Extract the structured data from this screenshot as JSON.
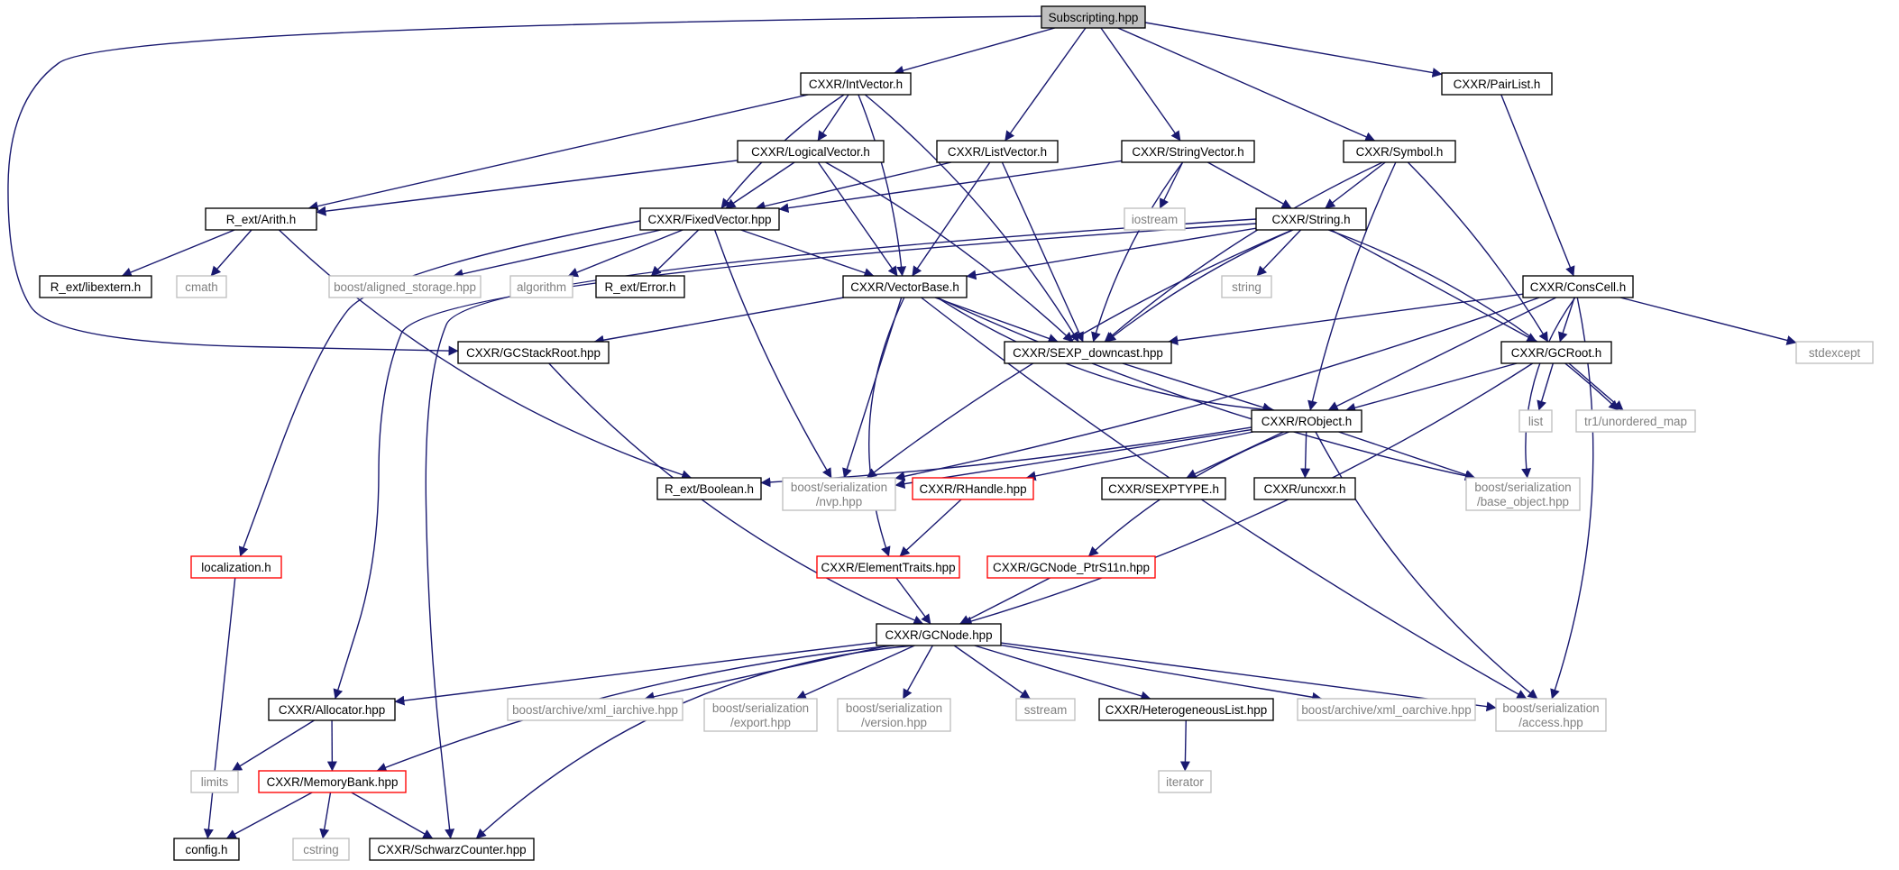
{
  "nodes": [
    {
      "id": "subscripting",
      "label": "Subscripting.hpp",
      "kind": "root"
    },
    {
      "id": "intvector",
      "label": "CXXR/IntVector.h",
      "kind": "documented"
    },
    {
      "id": "pairlist",
      "label": "CXXR/PairList.h",
      "kind": "documented"
    },
    {
      "id": "logicalvector",
      "label": "CXXR/LogicalVector.h",
      "kind": "documented"
    },
    {
      "id": "listvector",
      "label": "CXXR/ListVector.h",
      "kind": "documented"
    },
    {
      "id": "stringvector",
      "label": "CXXR/StringVector.h",
      "kind": "documented"
    },
    {
      "id": "symbol",
      "label": "CXXR/Symbol.h",
      "kind": "documented"
    },
    {
      "id": "arith",
      "label": "R_ext/Arith.h",
      "kind": "documented"
    },
    {
      "id": "fixedvector",
      "label": "CXXR/FixedVector.hpp",
      "kind": "documented"
    },
    {
      "id": "iostream",
      "label": "iostream",
      "kind": "external"
    },
    {
      "id": "string_h",
      "label": "CXXR/String.h",
      "kind": "documented"
    },
    {
      "id": "libextern",
      "label": "R_ext/libextern.h",
      "kind": "documented"
    },
    {
      "id": "cmath",
      "label": "cmath",
      "kind": "external"
    },
    {
      "id": "aligned_storage",
      "label": "boost/aligned_storage.hpp",
      "kind": "external"
    },
    {
      "id": "algorithm",
      "label": "algorithm",
      "kind": "external"
    },
    {
      "id": "error_h",
      "label": "R_ext/Error.h",
      "kind": "documented"
    },
    {
      "id": "vectorbase",
      "label": "CXXR/VectorBase.h",
      "kind": "documented"
    },
    {
      "id": "string_std",
      "label": "string",
      "kind": "external"
    },
    {
      "id": "conscell",
      "label": "CXXR/ConsCell.h",
      "kind": "documented"
    },
    {
      "id": "gcstackroot",
      "label": "CXXR/GCStackRoot.hpp",
      "kind": "documented"
    },
    {
      "id": "sexp_downcast",
      "label": "CXXR/SEXP_downcast.hpp",
      "kind": "documented"
    },
    {
      "id": "gcroot",
      "label": "CXXR/GCRoot.h",
      "kind": "documented"
    },
    {
      "id": "stdexcept",
      "label": "stdexcept",
      "kind": "external"
    },
    {
      "id": "list",
      "label": "list",
      "kind": "external"
    },
    {
      "id": "unordered_map",
      "label": "tr1/unordered_map",
      "kind": "external"
    },
    {
      "id": "robject",
      "label": "CXXR/RObject.h",
      "kind": "documented"
    },
    {
      "id": "boolean",
      "label": "R_ext/Boolean.h",
      "kind": "documented"
    },
    {
      "id": "nvp",
      "label": [
        "boost/serialization",
        "/nvp.hpp"
      ],
      "kind": "external"
    },
    {
      "id": "rhandle",
      "label": "CXXR/RHandle.hpp",
      "kind": "truncated"
    },
    {
      "id": "sexptype",
      "label": "CXXR/SEXPTYPE.h",
      "kind": "documented"
    },
    {
      "id": "uncxxr",
      "label": "CXXR/uncxxr.h",
      "kind": "documented"
    },
    {
      "id": "base_object",
      "label": [
        "boost/serialization",
        "/base_object.hpp"
      ],
      "kind": "external"
    },
    {
      "id": "localization",
      "label": "localization.h",
      "kind": "truncated"
    },
    {
      "id": "elementtraits",
      "label": "CXXR/ElementTraits.hpp",
      "kind": "truncated"
    },
    {
      "id": "gcnode_ptrs11n",
      "label": "CXXR/GCNode_PtrS11n.hpp",
      "kind": "truncated"
    },
    {
      "id": "gcnode",
      "label": "CXXR/GCNode.hpp",
      "kind": "documented"
    },
    {
      "id": "allocator",
      "label": "CXXR/Allocator.hpp",
      "kind": "documented"
    },
    {
      "id": "xml_iarchive",
      "label": "boost/archive/xml_iarchive.hpp",
      "kind": "external"
    },
    {
      "id": "export",
      "label": [
        "boost/serialization",
        "/export.hpp"
      ],
      "kind": "external"
    },
    {
      "id": "version",
      "label": [
        "boost/serialization",
        "/version.hpp"
      ],
      "kind": "external"
    },
    {
      "id": "sstream",
      "label": "sstream",
      "kind": "external"
    },
    {
      "id": "heterogeneouslist",
      "label": "CXXR/HeterogeneousList.hpp",
      "kind": "documented"
    },
    {
      "id": "xml_oarchive",
      "label": "boost/archive/xml_oarchive.hpp",
      "kind": "external"
    },
    {
      "id": "access",
      "label": [
        "boost/serialization",
        "/access.hpp"
      ],
      "kind": "external"
    },
    {
      "id": "limits",
      "label": "limits",
      "kind": "external"
    },
    {
      "id": "memorybank",
      "label": "CXXR/MemoryBank.hpp",
      "kind": "truncated"
    },
    {
      "id": "iterator",
      "label": "iterator",
      "kind": "external"
    },
    {
      "id": "config",
      "label": "config.h",
      "kind": "documented"
    },
    {
      "id": "cstring",
      "label": "cstring",
      "kind": "external"
    },
    {
      "id": "schwarzcounter",
      "label": "CXXR/SchwarzCounter.hpp",
      "kind": "documented"
    }
  ],
  "edges": [
    [
      "subscripting",
      "intvector"
    ],
    [
      "subscripting",
      "listvector"
    ],
    [
      "subscripting",
      "stringvector"
    ],
    [
      "subscripting",
      "symbol"
    ],
    [
      "subscripting",
      "pairlist"
    ],
    [
      "subscripting",
      "gcstackroot"
    ],
    [
      "intvector",
      "logicalvector"
    ],
    [
      "intvector",
      "arith"
    ],
    [
      "intvector",
      "fixedvector"
    ],
    [
      "intvector",
      "vectorbase"
    ],
    [
      "intvector",
      "sexp_downcast"
    ],
    [
      "logicalvector",
      "arith"
    ],
    [
      "logicalvector",
      "fixedvector"
    ],
    [
      "logicalvector",
      "vectorbase"
    ],
    [
      "logicalvector",
      "sexp_downcast"
    ],
    [
      "listvector",
      "fixedvector"
    ],
    [
      "listvector",
      "vectorbase"
    ],
    [
      "listvector",
      "sexp_downcast"
    ],
    [
      "stringvector",
      "fixedvector"
    ],
    [
      "stringvector",
      "iostream"
    ],
    [
      "stringvector",
      "string_h"
    ],
    [
      "stringvector",
      "sexp_downcast"
    ],
    [
      "symbol",
      "string_h"
    ],
    [
      "symbol",
      "sexp_downcast"
    ],
    [
      "symbol",
      "gcroot"
    ],
    [
      "symbol",
      "robject"
    ],
    [
      "pairlist",
      "conscell"
    ],
    [
      "arith",
      "libextern"
    ],
    [
      "arith",
      "cmath"
    ],
    [
      "arith",
      "boolean"
    ],
    [
      "fixedvector",
      "aligned_storage"
    ],
    [
      "fixedvector",
      "algorithm"
    ],
    [
      "fixedvector",
      "error_h"
    ],
    [
      "fixedvector",
      "vectorbase"
    ],
    [
      "fixedvector",
      "nvp"
    ],
    [
      "fixedvector",
      "localization"
    ],
    [
      "string_h",
      "vectorbase"
    ],
    [
      "string_h",
      "string_std"
    ],
    [
      "string_h",
      "sexp_downcast"
    ],
    [
      "string_h",
      "gcroot"
    ],
    [
      "string_h",
      "unordered_map"
    ],
    [
      "string_h",
      "nvp"
    ],
    [
      "string_h",
      "allocator"
    ],
    [
      "string_h",
      "schwarzcounter"
    ],
    [
      "vectorbase",
      "gcstackroot"
    ],
    [
      "vectorbase",
      "sexp_downcast"
    ],
    [
      "vectorbase",
      "robject"
    ],
    [
      "vectorbase",
      "nvp"
    ],
    [
      "vectorbase",
      "elementtraits"
    ],
    [
      "vectorbase",
      "base_object"
    ],
    [
      "vectorbase",
      "access"
    ],
    [
      "conscell",
      "sexp_downcast"
    ],
    [
      "conscell",
      "gcroot"
    ],
    [
      "conscell",
      "robject"
    ],
    [
      "conscell",
      "stdexcept"
    ],
    [
      "conscell",
      "nvp"
    ],
    [
      "conscell",
      "base_object"
    ],
    [
      "conscell",
      "access"
    ],
    [
      "gcstackroot",
      "gcnode"
    ],
    [
      "sexp_downcast",
      "robject"
    ],
    [
      "gcroot",
      "robject"
    ],
    [
      "gcroot",
      "list"
    ],
    [
      "gcroot",
      "unordered_map"
    ],
    [
      "gcroot",
      "gcnode"
    ],
    [
      "robject",
      "boolean"
    ],
    [
      "robject",
      "nvp"
    ],
    [
      "robject",
      "rhandle"
    ],
    [
      "robject",
      "sexptype"
    ],
    [
      "robject",
      "uncxxr"
    ],
    [
      "robject",
      "base_object"
    ],
    [
      "robject",
      "gcnode_ptrs11n"
    ],
    [
      "robject",
      "access"
    ],
    [
      "rhandle",
      "elementtraits"
    ],
    [
      "elementtraits",
      "gcnode"
    ],
    [
      "gcnode_ptrs11n",
      "gcnode"
    ],
    [
      "localization",
      "config"
    ],
    [
      "gcnode",
      "allocator"
    ],
    [
      "gcnode",
      "xml_iarchive"
    ],
    [
      "gcnode",
      "export"
    ],
    [
      "gcnode",
      "version"
    ],
    [
      "gcnode",
      "sstream"
    ],
    [
      "gcnode",
      "heterogeneouslist"
    ],
    [
      "gcnode",
      "xml_oarchive"
    ],
    [
      "gcnode",
      "access"
    ],
    [
      "gcnode",
      "memorybank"
    ],
    [
      "gcnode",
      "schwarzcounter"
    ],
    [
      "allocator",
      "limits"
    ],
    [
      "allocator",
      "memorybank"
    ],
    [
      "heterogeneouslist",
      "iterator"
    ],
    [
      "memorybank",
      "config"
    ],
    [
      "memorybank",
      "cstring"
    ],
    [
      "memorybank",
      "schwarzcounter"
    ]
  ]
}
